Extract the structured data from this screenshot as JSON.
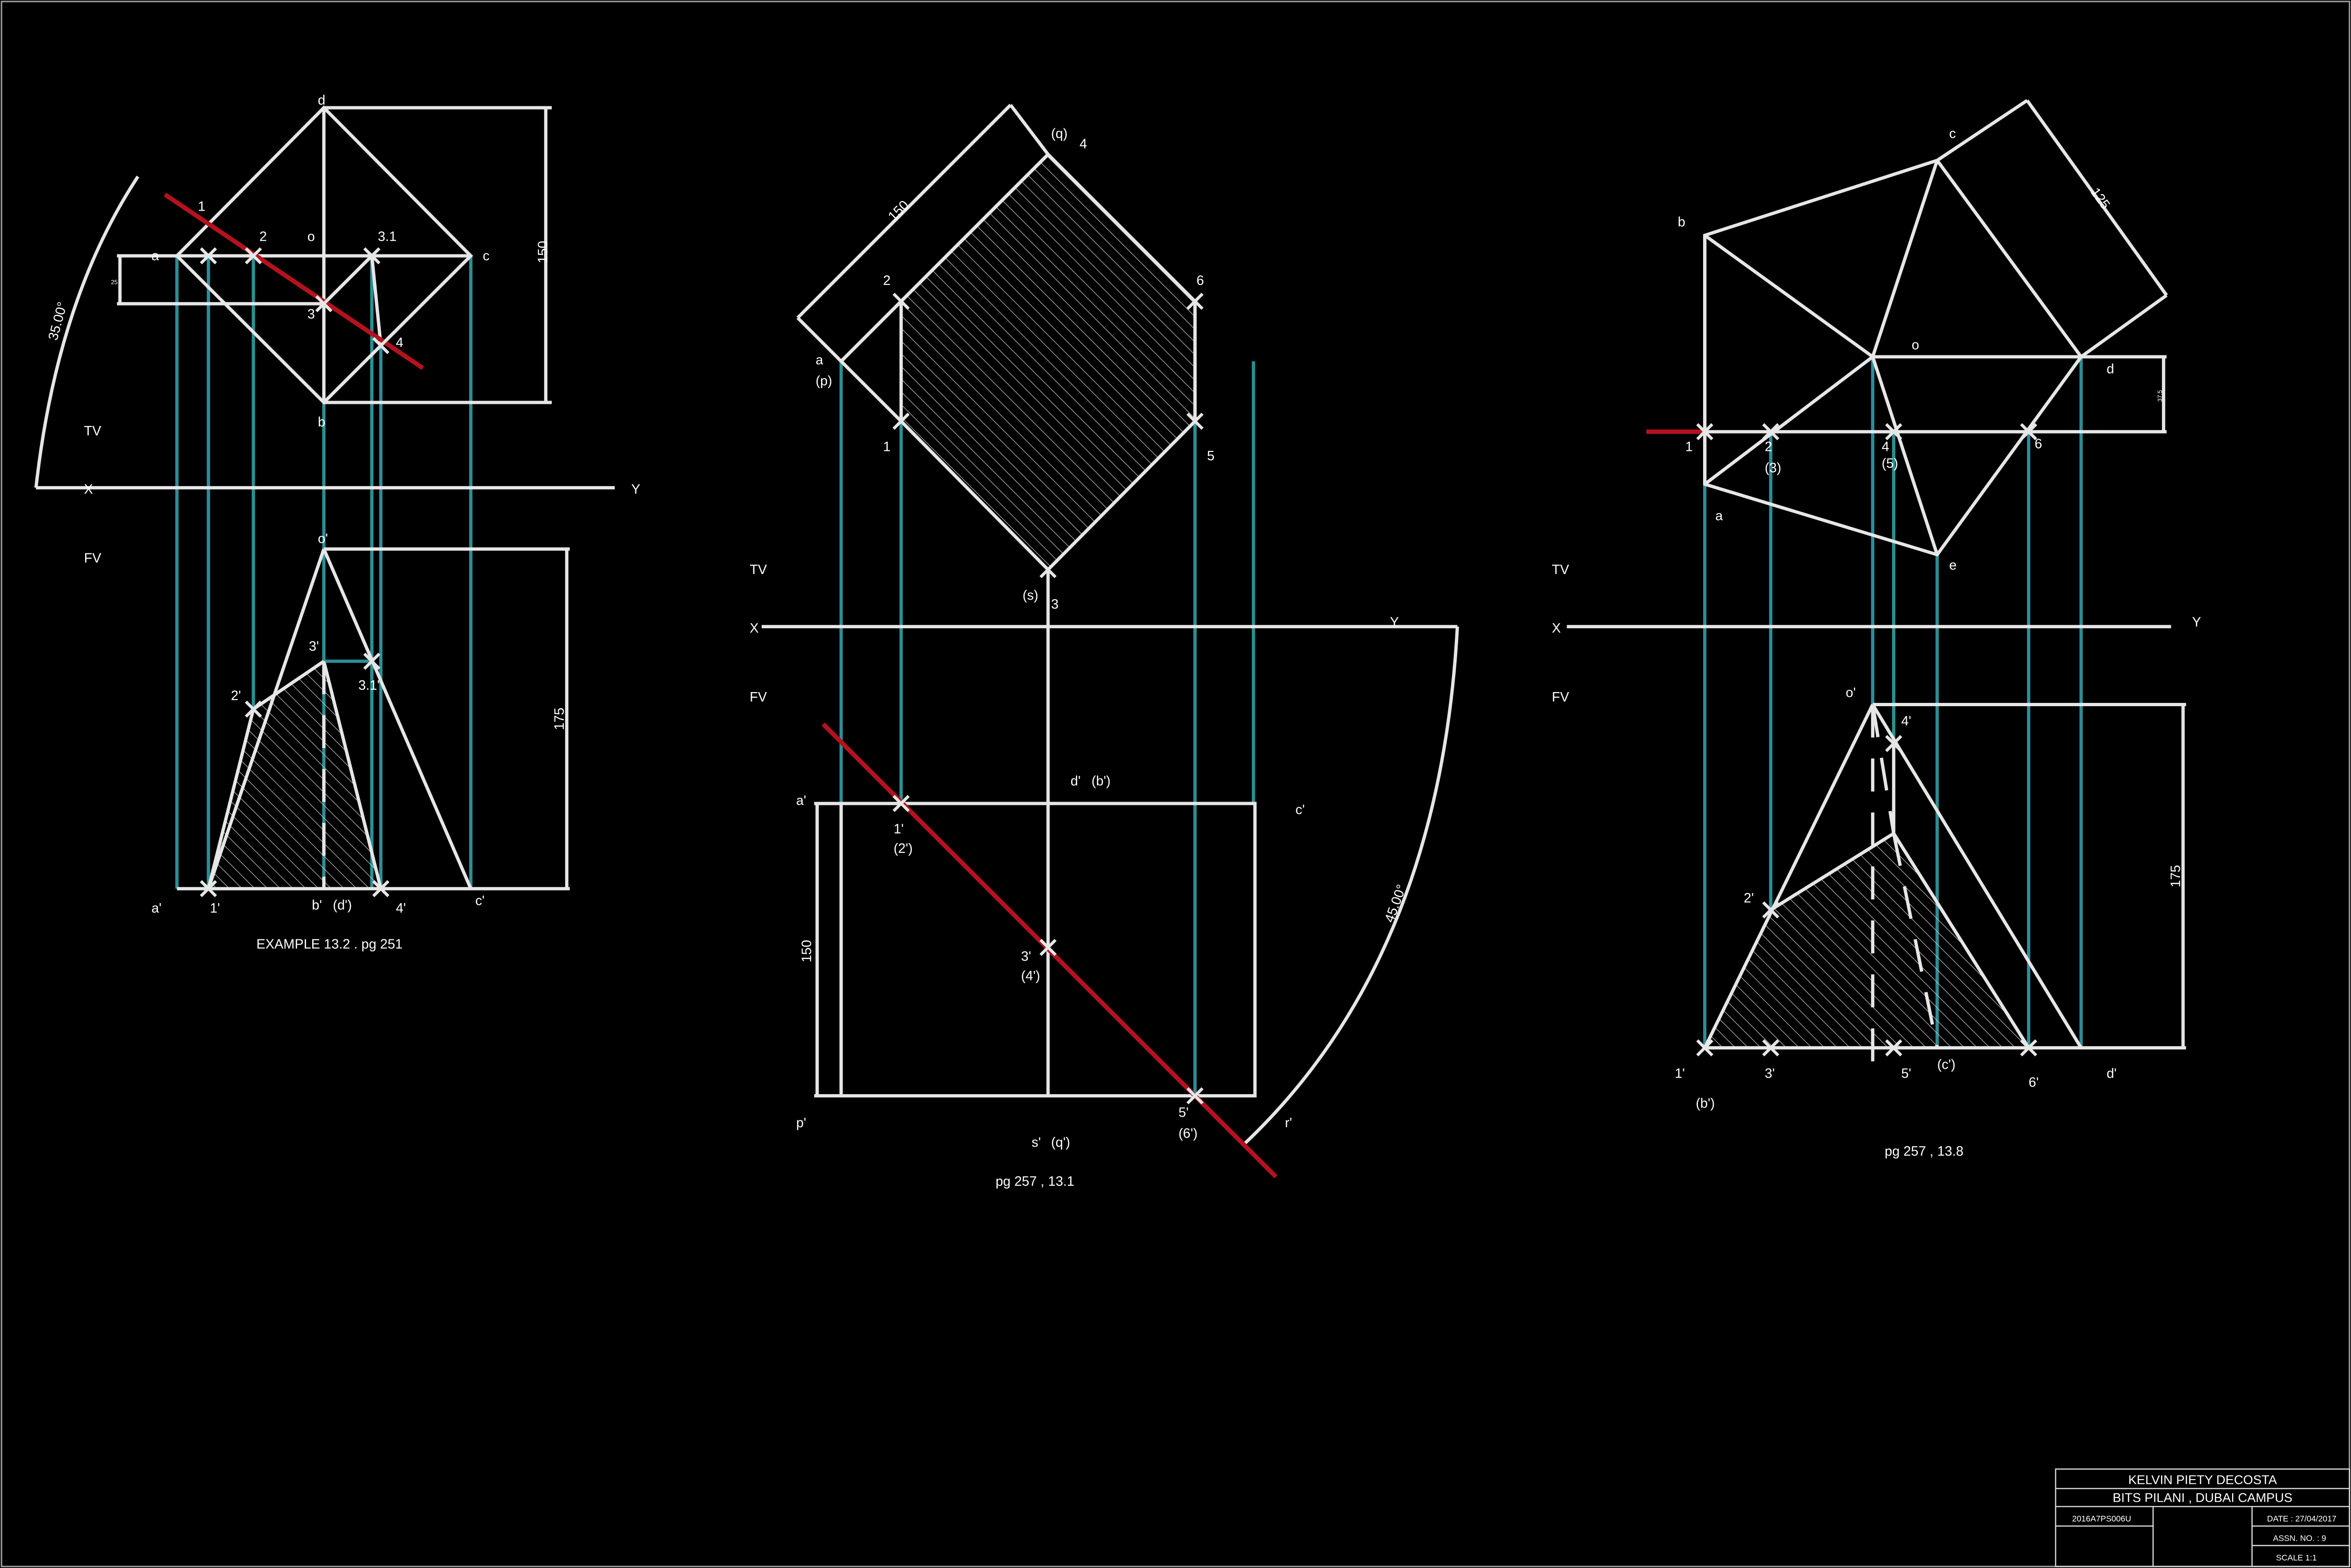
{
  "common": {
    "tv": "TV",
    "fv": "FV",
    "x": "X",
    "y": "Y"
  },
  "fig1": {
    "caption": "EXAMPLE 13.2 . pg 251",
    "angle": "35.00°",
    "dim_height": "150",
    "dim_small": "25",
    "dim_fv_height": "175",
    "tv_labels": {
      "d": "d",
      "a": "a",
      "b": "b",
      "c": "c",
      "o": "o",
      "p1": "1",
      "p2": "2",
      "p3": "3",
      "p31": "3.1",
      "p4": "4"
    },
    "fv_labels": {
      "o": "o'",
      "p3": "3'",
      "p31": "3.1'",
      "p2": "2'",
      "a": "a'",
      "p1": "1'",
      "b": "b'",
      "d": "(d')",
      "p4": "4'",
      "c": "c'"
    }
  },
  "fig2": {
    "caption": "pg 257 , 13.1",
    "dim_tv": "150",
    "dim_fv": "150",
    "angle": "45.00°",
    "tv_labels": {
      "q": "(q)",
      "p4": "4",
      "p2": "2",
      "p6": "6",
      "a": "a",
      "p": "(p)",
      "p1": "1",
      "p5": "5",
      "s": "(s)",
      "p3": "3"
    },
    "fv_labels": {
      "d": "d'",
      "b": "(b')",
      "a": "a'",
      "c": "c'",
      "p1": "1'",
      "p2": "(2')",
      "p3": "3'",
      "p4": "(4')",
      "p": "p'",
      "s": "s'",
      "q": "(q')",
      "p5": "5'",
      "p6": "(6')",
      "r": "r'"
    }
  },
  "fig3": {
    "caption": "pg 257 , 13.8",
    "dim_side": "125",
    "dim_small": "37.5",
    "dim_fv_height": "175",
    "tv_labels": {
      "c": "c",
      "b": "b",
      "o": "o",
      "d": "d",
      "p1": "1",
      "p2": "2",
      "p3": "(3)",
      "p4": "4",
      "p5": "(5)",
      "p6": "6",
      "a": "a",
      "e": "e"
    },
    "fv_labels": {
      "o": "o'",
      "p4": "4'",
      "p2": "2'",
      "p1": "1'",
      "b": "(b')",
      "p3": "3'",
      "p5": "5'",
      "c": "(c')",
      "p6": "6'",
      "d": "d'"
    }
  },
  "title_block": {
    "name": "KELVIN PIETY DECOSTA",
    "institution": "BITS PILANI , DUBAI CAMPUS",
    "id": "2016A7PS006U",
    "date": "DATE : 27/04/2017",
    "assn": "ASSN. NO. : 9",
    "scale": "SCALE 1:1"
  }
}
